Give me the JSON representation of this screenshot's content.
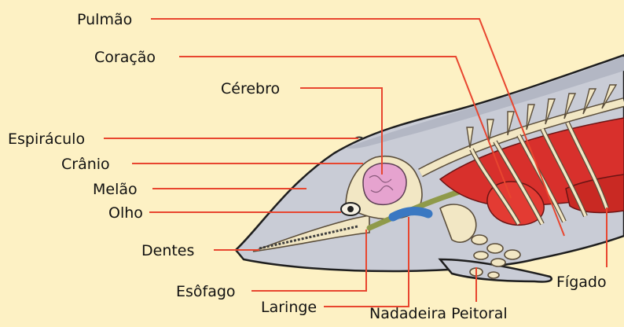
{
  "labels": {
    "pulmao": "Pulmão",
    "coracao": "Coração",
    "cerebro": "Cérebro",
    "espiraculo": "Espiráculo",
    "cranio": "Crânio",
    "melao": "Melão",
    "olho": "Olho",
    "dentes": "Dentes",
    "esofago": "Esôfago",
    "laringe": "Laringe",
    "nadadeira_peitoral": "Nadadeira Peitoral",
    "figado": "Fígado"
  },
  "colors": {
    "background": "#fdf1c4",
    "body": "#c9ccd6",
    "leader_line": "#e8462f",
    "bone": "#f2e7c4",
    "organ_red": "#d8302c",
    "brain": "#e6a3cf",
    "esophagus": "#8f9a4a",
    "larynx": "#3a78c2"
  }
}
